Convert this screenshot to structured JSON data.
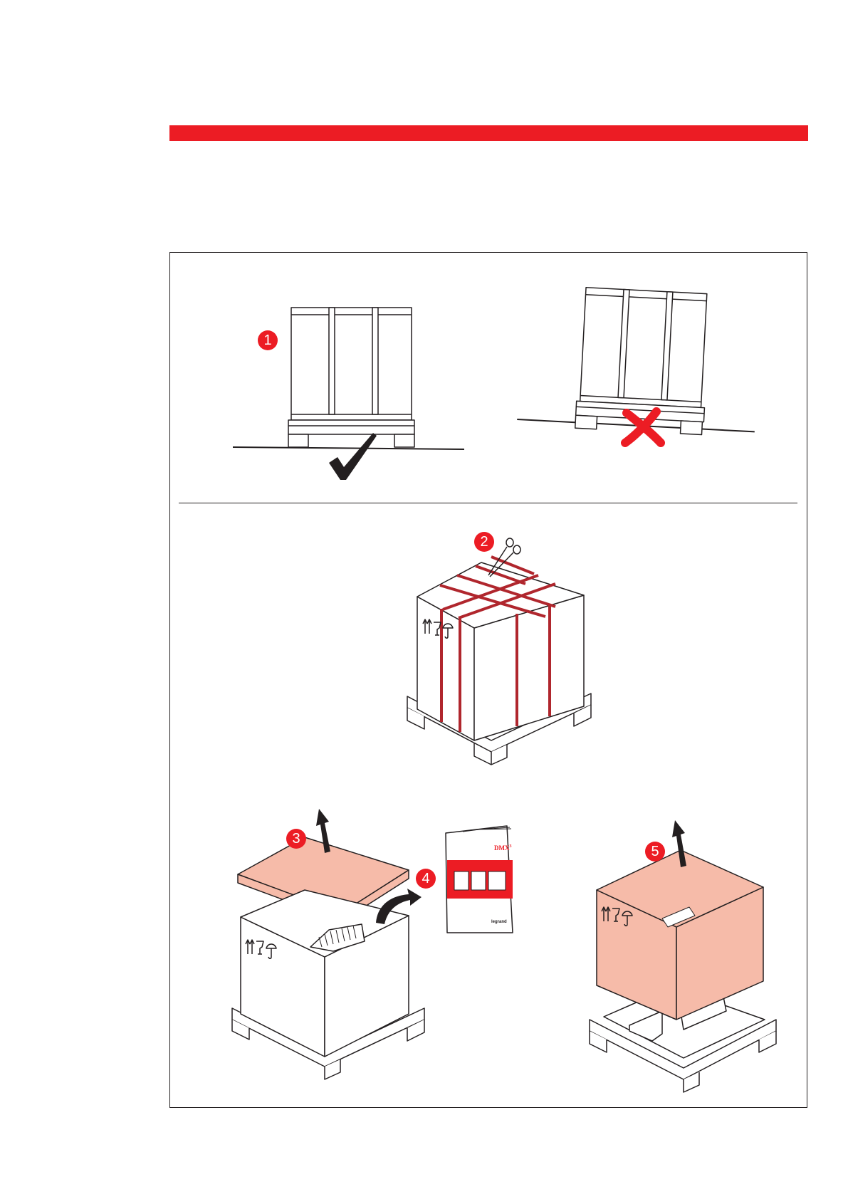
{
  "page": {
    "accent_color": "#ec1c24",
    "lid_color": "#f6bba9"
  },
  "steps": [
    {
      "number": "1"
    },
    {
      "number": "2"
    },
    {
      "number": "3"
    },
    {
      "number": "4"
    },
    {
      "number": "5"
    }
  ],
  "booklet": {
    "brand": "DMX",
    "brand_superscript": "3",
    "logo": "legrand"
  },
  "icons": [
    "check-mark-icon",
    "cross-mark-icon",
    "scissors-icon",
    "lift-arrow-icon",
    "this-way-up-icon",
    "fragile-icon",
    "keep-dry-icon"
  ]
}
